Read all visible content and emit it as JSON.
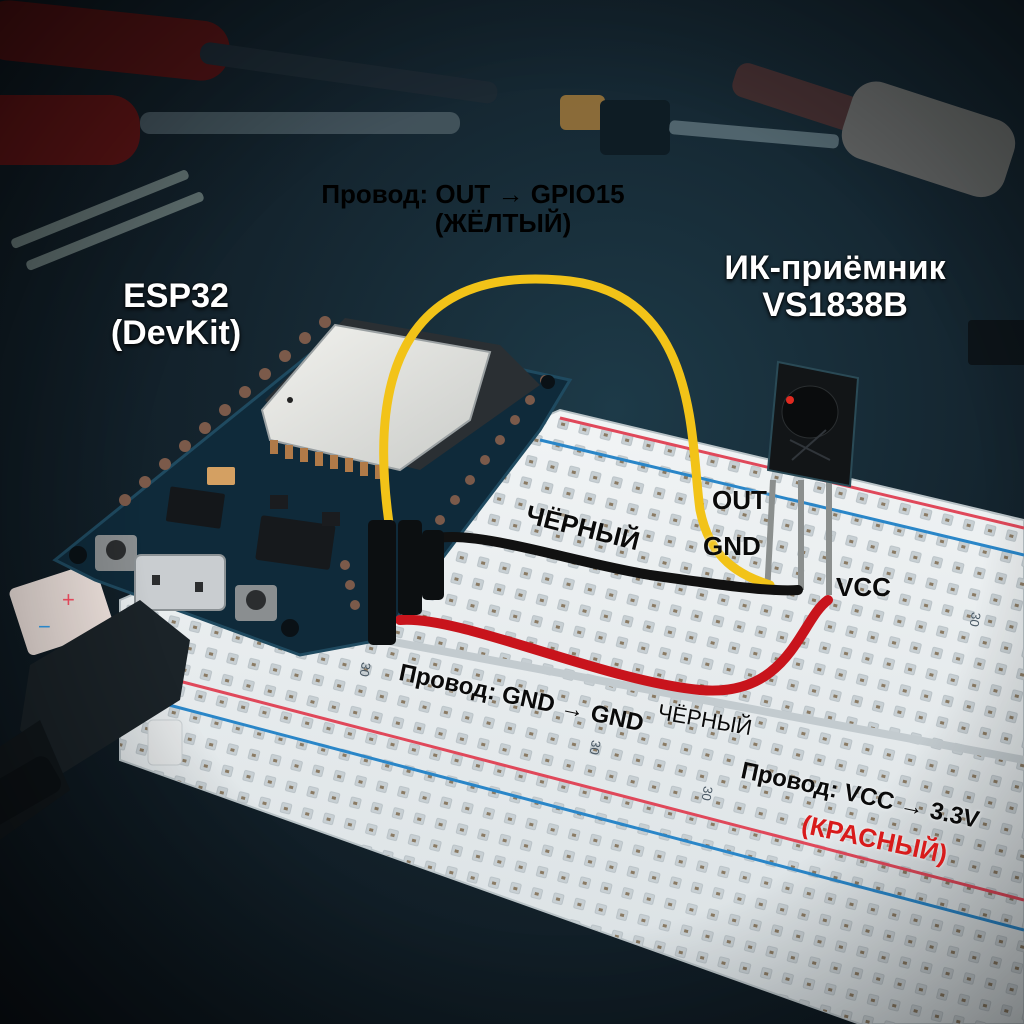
{
  "title_labels": {
    "board_name": "ESP32",
    "board_variant": "(DevKit)",
    "sensor_name": "ИК-приёмник",
    "sensor_model": "VS1838B"
  },
  "wire_out": {
    "label": "Провод:  OUT → GPIO15",
    "color_name": "(ЖЁЛТЫЙ)",
    "color_hex": "#f2c318"
  },
  "wire_gnd": {
    "label": "Провод: GND → GND",
    "color_name": "ЧЁРНЫЙ",
    "color_tag": "ЧЁРНЫЙ",
    "color_hex": "#111111"
  },
  "wire_vcc": {
    "label": "Провод: VCC → 3.3V",
    "color_name": "(КРАСНЫЙ)",
    "color_hex": "#c8141c"
  },
  "sensor_pins": {
    "out": "OUT",
    "gnd": "GND",
    "vcc": "VCC"
  },
  "breadboard": {
    "rail_plus": "+",
    "rail_minus": "−",
    "row_numbers": [
      "30",
      "30",
      "30",
      "30"
    ]
  },
  "colors": {
    "background": "#14242e",
    "pcb": "#0f2a3a",
    "breadboard": "#e9eef0",
    "rail_red": "#e0485a",
    "rail_blue": "#2a86c8",
    "label_yellow": "#ffe21a",
    "label_red": "#d81b1b"
  }
}
